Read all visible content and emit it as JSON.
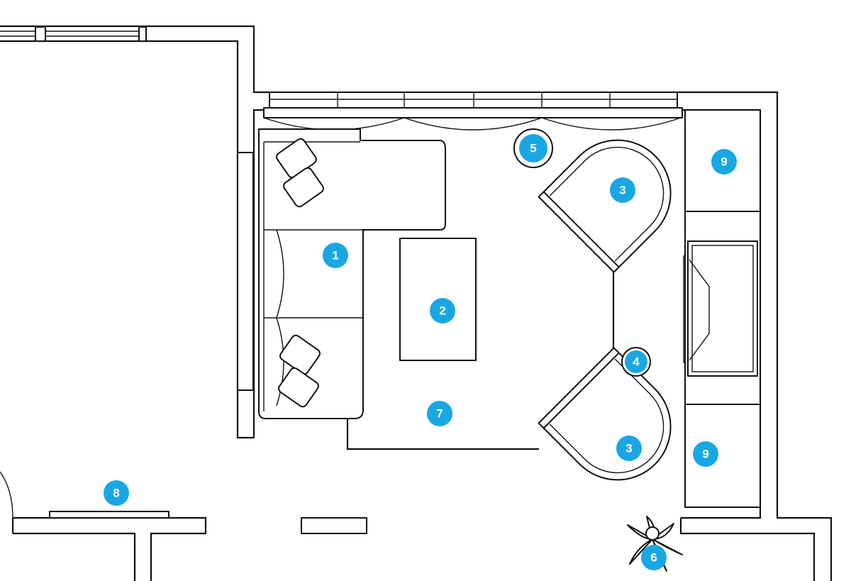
{
  "marker_color": "#19a7e3",
  "markers": [
    {
      "label": "1",
      "item": "sofa"
    },
    {
      "label": "2",
      "item": "coffee-table"
    },
    {
      "label": "3",
      "item": "armchair-top"
    },
    {
      "label": "3",
      "item": "armchair-bottom"
    },
    {
      "label": "4",
      "item": "side-table-lower"
    },
    {
      "label": "5",
      "item": "side-table-upper"
    },
    {
      "label": "6",
      "item": "plant"
    },
    {
      "label": "7",
      "item": "rug"
    },
    {
      "label": "8",
      "item": "console"
    },
    {
      "label": "9",
      "item": "cabinet-top"
    },
    {
      "label": "9",
      "item": "cabinet-bottom"
    }
  ]
}
